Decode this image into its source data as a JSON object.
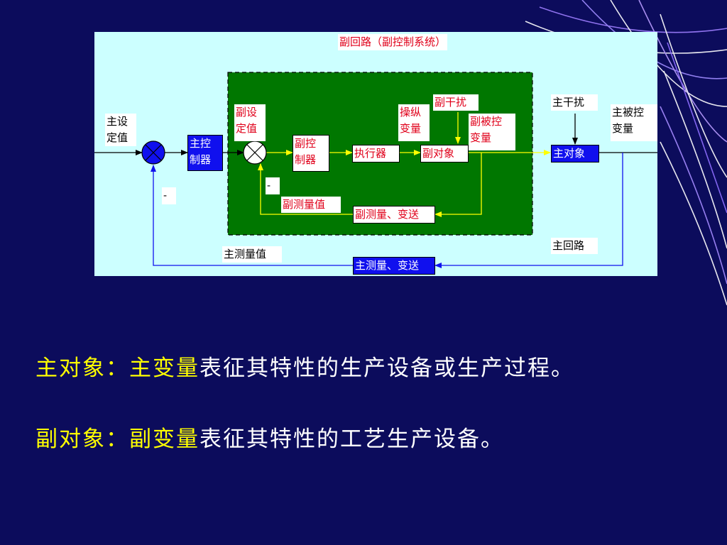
{
  "diagram": {
    "title": "副回路（副控制系统）",
    "main_setpoint": "主设\n定值",
    "main_controller": "主控\n制器",
    "sub_setpoint": "副设\n定值",
    "sub_controller": "副控\n制器",
    "actuator": "执行器",
    "manipulated_var": "操纵\n变量",
    "sub_disturbance": "副干扰",
    "sub_object": "副对象",
    "sub_controlled_var": "副被控\n变量",
    "main_disturbance": "主干扰",
    "main_object": "主对象",
    "main_controlled_var": "主被控\n变量",
    "minus_sign": "-",
    "sub_measured_value": "副测量值",
    "sub_transmitter": "副测量、变送",
    "main_loop": "主回路",
    "main_measured_value": "主测量值",
    "main_transmitter": "主测量、变送"
  },
  "captions": [
    {
      "highlight": "主对象：主变量",
      "text": "表征其特性的生产设备或生产过程。"
    },
    {
      "highlight": "副对象：副变量",
      "text": "表征其特性的工艺生产设备。"
    }
  ],
  "colors": {
    "background": "#0c0c5c",
    "panel": "#ccffff",
    "inner_loop": "#007700",
    "main_block": "#1010ee",
    "sub_text": "#e0001a",
    "sub_signal": "#ffff00",
    "caption_highlight": "#ffff00"
  }
}
